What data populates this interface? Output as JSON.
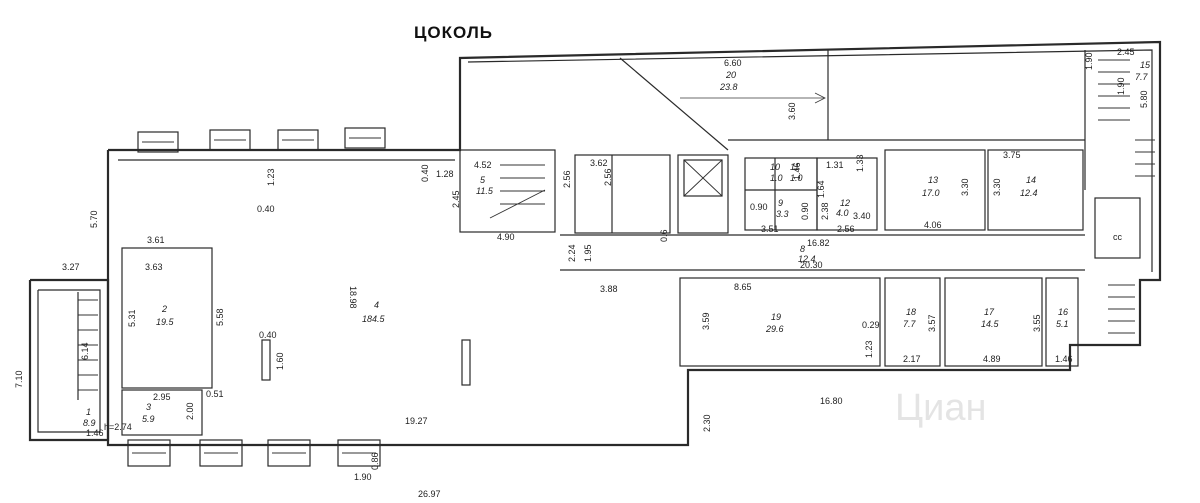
{
  "title": "ЦОКОЛЬ",
  "watermark": "Циан",
  "dimensions": [
    "6.60",
    "3.60",
    "2.45",
    "1.90",
    "5.80",
    "1.28",
    "0.40",
    "1.23",
    "4.52",
    "2.56",
    "3.62",
    "2.56",
    "1.31",
    "1.64",
    "1.46",
    "1.33",
    "4.90",
    "0.40",
    "2.45",
    "5.70",
    "3.27",
    "3.61",
    "3.63",
    "5.31",
    "5.58",
    "0.40",
    "1.60",
    "2.95",
    "2.00",
    "0.51",
    "19.27",
    "1.90",
    "0.86",
    "26.97",
    "18.98",
    "3.75",
    "3.30",
    "3.30",
    "0.90",
    "2.38",
    "3.40",
    "4.06",
    "3.51",
    "2.56",
    "16.82",
    "2.24",
    "1.95",
    "0.6",
    "20.30",
    "3.88",
    "8.65",
    "3.59",
    "0.29",
    "1.23",
    "3.57",
    "3.55",
    "2.17",
    "4.89",
    "1.46",
    "16.80",
    "2.30",
    "6.14",
    "7.10",
    "1.46",
    "0.90",
    "1.90"
  ],
  "rooms": [
    {
      "num": "20",
      "area": "23.8"
    },
    {
      "num": "15",
      "area": "7.7"
    },
    {
      "num": "5",
      "area": "11.5"
    },
    {
      "num": "2",
      "area": "19.5"
    },
    {
      "num": "4",
      "area": "184.5"
    },
    {
      "num": "3",
      "area": "5.9"
    },
    {
      "num": "1",
      "area": "8.9"
    },
    {
      "num": "13",
      "area": "17.0"
    },
    {
      "num": "14",
      "area": "12.4"
    },
    {
      "num": "8",
      "area": "12.4"
    },
    {
      "num": "9",
      "area": "3.3"
    },
    {
      "num": "12",
      "area": "4.0"
    },
    {
      "num": "19",
      "area": "29.6"
    },
    {
      "num": "18",
      "area": "7.7"
    },
    {
      "num": "17",
      "area": "14.5"
    },
    {
      "num": "16",
      "area": "5.1"
    },
    {
      "num": "11",
      "area": "1.0"
    },
    {
      "num": "10",
      "area": "1.0"
    }
  ],
  "labels": {
    "stair_height": "h=2.74",
    "cc": "cc"
  }
}
